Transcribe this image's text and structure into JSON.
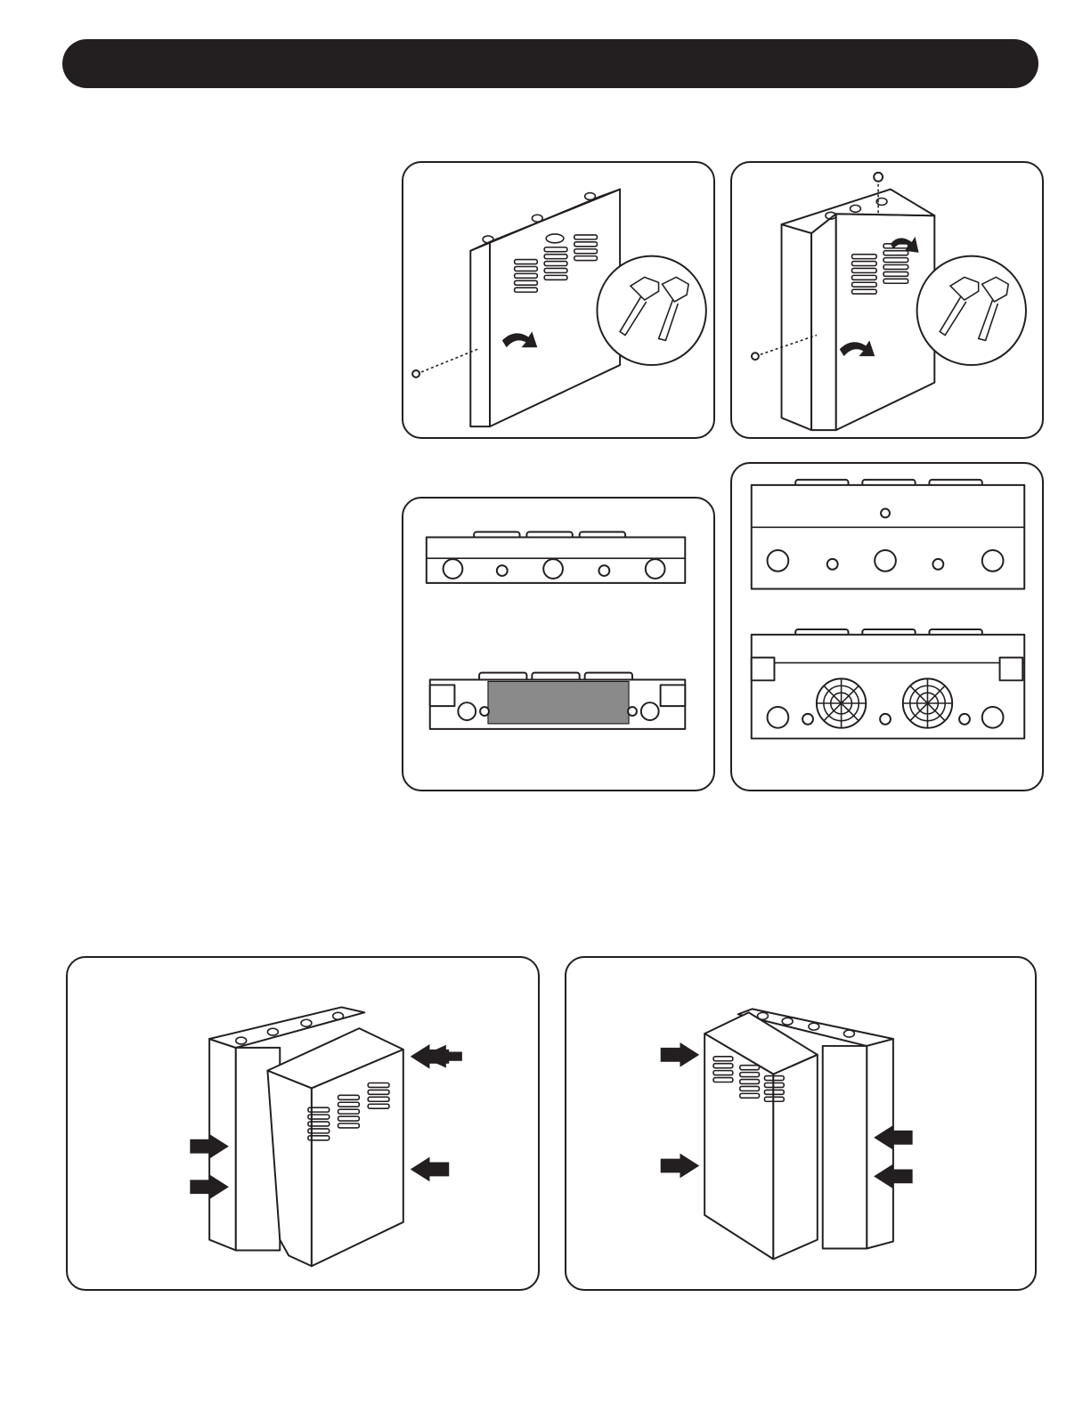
{
  "header": {
    "title": ""
  },
  "figures": [
    {
      "id": "front-door-lock-side",
      "icon": "keys-icon"
    },
    {
      "id": "top-door-lock",
      "icon": "keys-icon"
    },
    {
      "id": "top-bottom-view-small",
      "icon": ""
    },
    {
      "id": "top-bottom-view-large",
      "icon": "fan-icon"
    },
    {
      "id": "door-open-left",
      "icon": "arrow-icon"
    },
    {
      "id": "door-open-right",
      "icon": "arrow-icon"
    }
  ],
  "colors": {
    "ink": "#231f20",
    "paper": "#ffffff"
  }
}
